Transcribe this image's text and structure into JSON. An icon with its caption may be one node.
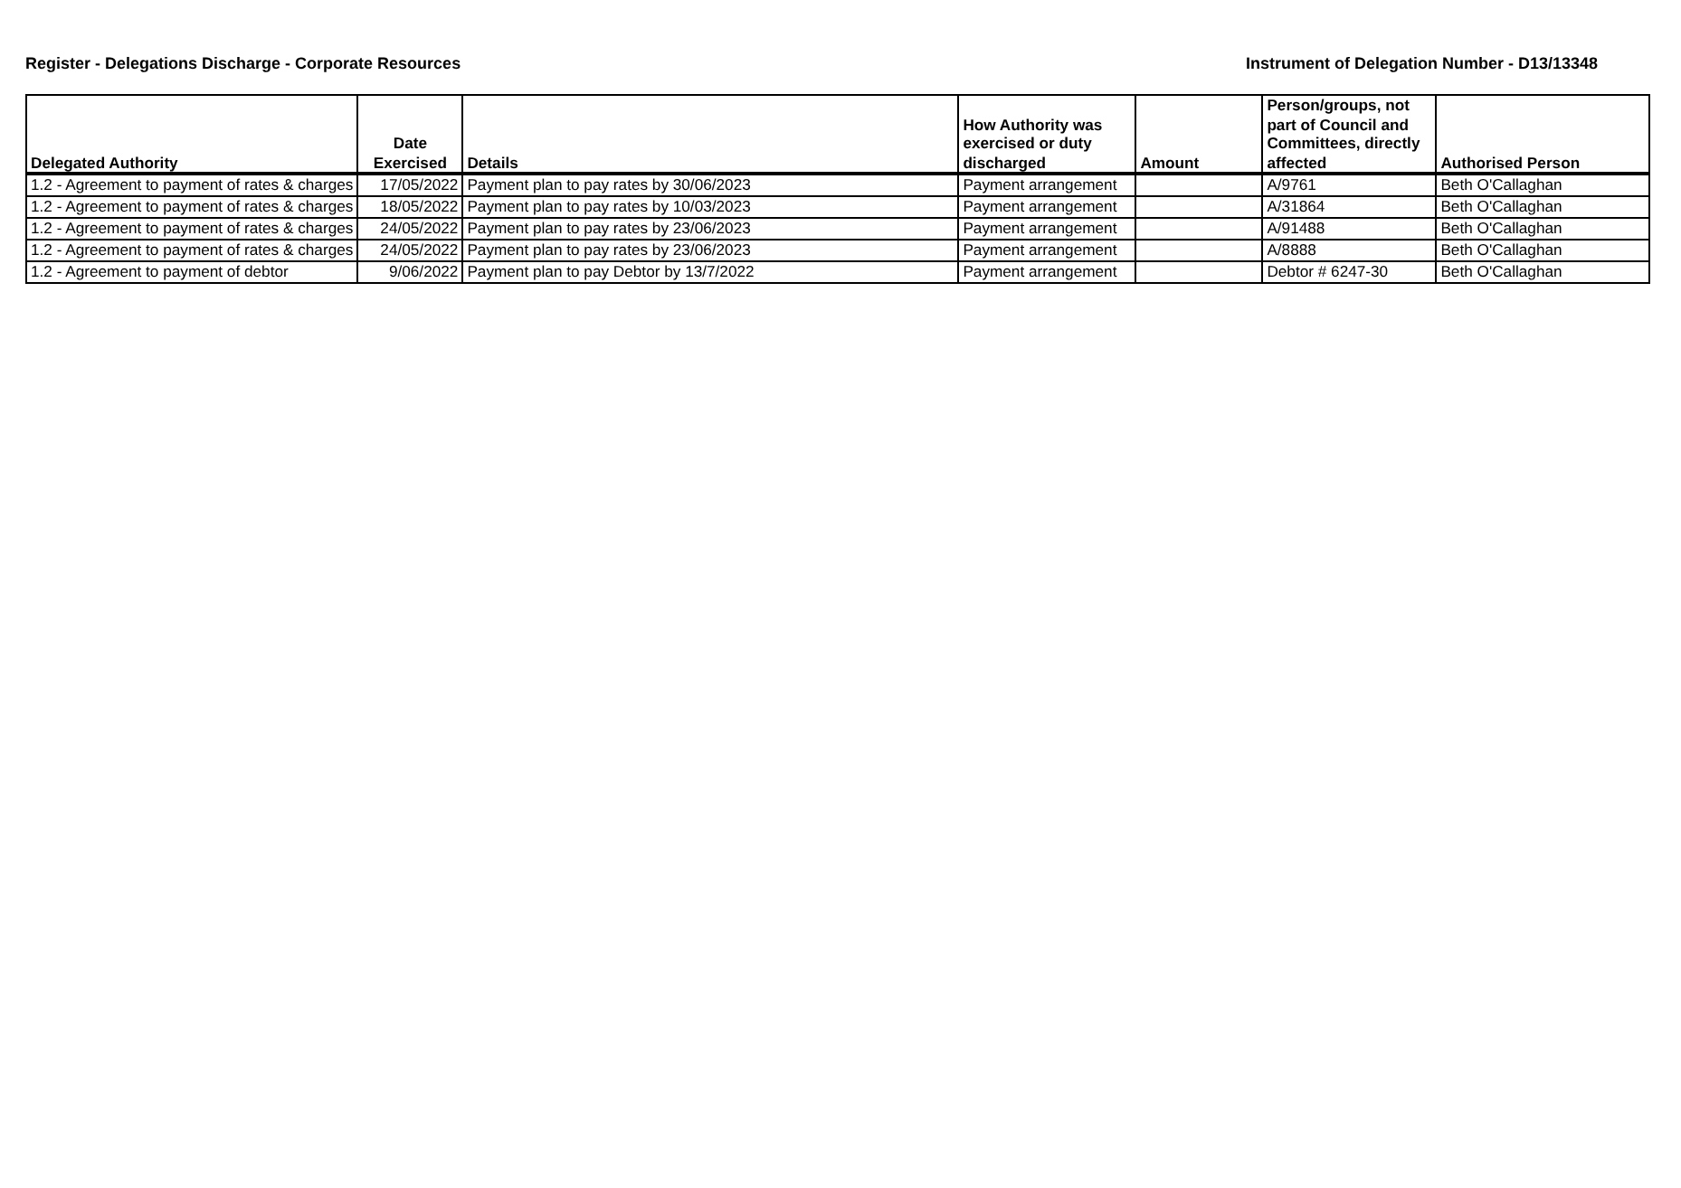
{
  "diagram": {
    "title": "Register - Delegations Discharge - Corporate Resources",
    "labels": [
      "Instrument of Delegation Number - D13/13348",
      "Delegated Authority",
      "Date Exercised",
      "Details",
      "How Authority was exercised or duty discharged",
      "Amount",
      "Person/groups, not part of Council and Committees, directly affected",
      "Authorised Person",
      "1.2 - Agreement to payment of rates & charges",
      "17/05/2022",
      "Payment plan to pay rates by 30/06/2023",
      "Payment arrangement",
      "A/9761",
      "Beth O'Callaghan",
      "1.2 - Agreement to payment of rates & charges",
      "18/05/2022",
      "Payment plan to pay rates by 10/03/2023",
      "Payment arrangement",
      "A/31864",
      "Beth O'Callaghan",
      "1.2 - Agreement to payment of rates & charges",
      "24/05/2022",
      "Payment plan to pay rates by 23/06/2023",
      "Payment arrangement",
      "A/91488",
      "Beth O'Callaghan",
      "1.2 - Agreement to payment of rates & charges",
      "24/05/2022",
      "Payment plan to pay rates by 23/06/2023",
      "Payment arrangement",
      "A/8888",
      "Beth O'Callaghan",
      "1.2 - Agreement to payment of debtor",
      "9/06/2022",
      "Payment plan to pay Debtor by 13/7/2022",
      "Payment arrangement",
      "Debtor # 6247-30",
      "Beth O'Callaghan"
    ]
  }
}
